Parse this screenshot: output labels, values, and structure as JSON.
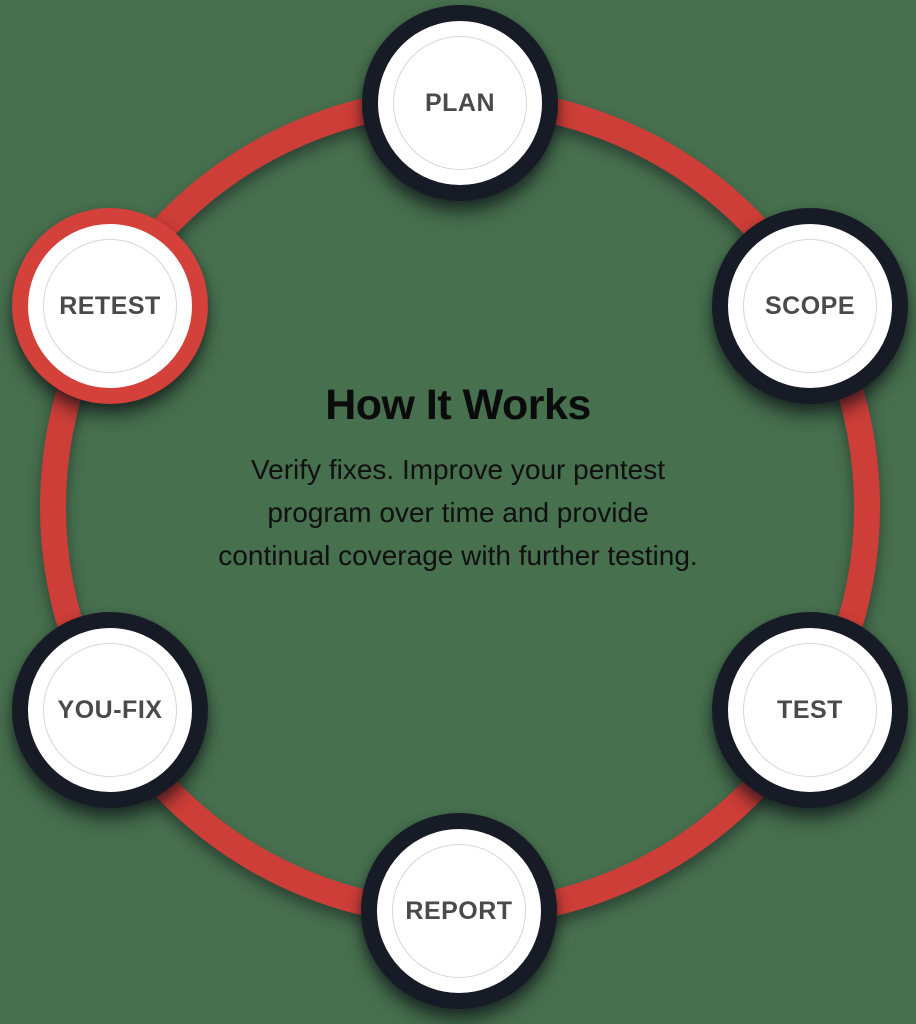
{
  "colors": {
    "background": "#47704E",
    "accent_red": "#CE3E38",
    "node_ring_dark": "#171B26",
    "node_fill": "#FFFFFF",
    "node_label_gray": "#4A4A4A",
    "text_black": "#0B0B0B"
  },
  "center": {
    "title": "How It Works",
    "description_lines": [
      "Verify fixes. Improve your pentest",
      "program over time and provide",
      "continual coverage with further testing."
    ]
  },
  "diagram": {
    "type": "cycle",
    "steps": [
      {
        "label": "PLAN",
        "highlighted": false
      },
      {
        "label": "SCOPE",
        "highlighted": false
      },
      {
        "label": "TEST",
        "highlighted": false
      },
      {
        "label": "REPORT",
        "highlighted": false
      },
      {
        "label": "YOU-FIX",
        "highlighted": false
      },
      {
        "label": "RETEST",
        "highlighted": true
      }
    ]
  }
}
